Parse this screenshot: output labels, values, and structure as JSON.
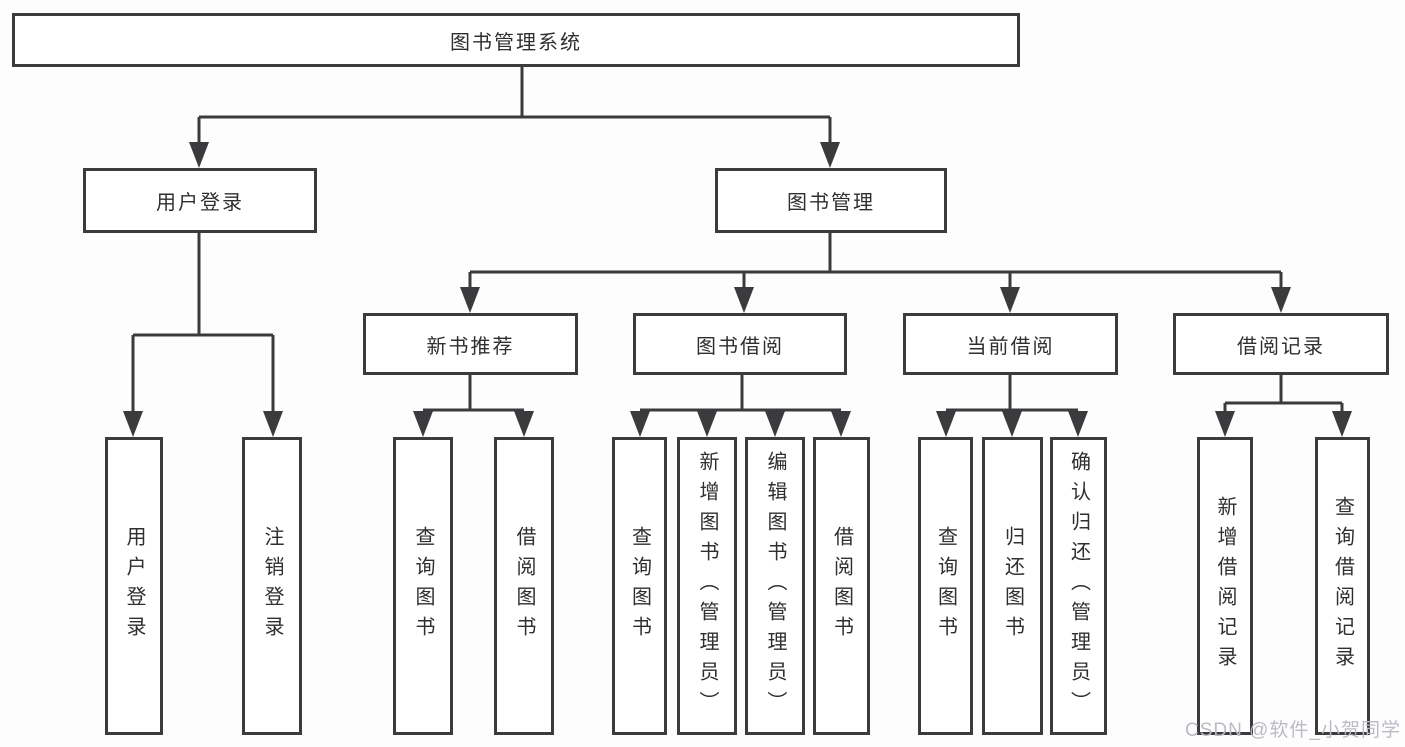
{
  "nodes": {
    "root": {
      "label": "图书管理系统"
    },
    "user_login": {
      "label": "用户登录"
    },
    "book_mgmt": {
      "label": "图书管理"
    },
    "new_book_rec": {
      "label": "新书推荐"
    },
    "book_borrow": {
      "label": "图书借阅"
    },
    "current_borrow": {
      "label": "当前借阅"
    },
    "borrow_records": {
      "label": "借阅记录"
    },
    "leaf_login": {
      "label": "用户登录"
    },
    "leaf_logout": {
      "label": "注销登录"
    },
    "leaf_nr_query": {
      "label": "查询图书"
    },
    "leaf_nr_borrow": {
      "label": "借阅图书"
    },
    "leaf_bb_query": {
      "label": "查询图书"
    },
    "leaf_bb_add": {
      "label": "新增图书（管理员）"
    },
    "leaf_bb_edit": {
      "label": "编辑图书（管理员）"
    },
    "leaf_bb_borrow": {
      "label": "借阅图书"
    },
    "leaf_cb_query": {
      "label": "查询图书"
    },
    "leaf_cb_return": {
      "label": "归还图书"
    },
    "leaf_cb_confirm": {
      "label": "确认归还（管理员）"
    },
    "leaf_br_add": {
      "label": "新增借阅记录"
    },
    "leaf_br_query": {
      "label": "查询借阅记录"
    }
  },
  "watermark": {
    "text": "CSDN @软件_小贺同学"
  },
  "colors": {
    "line": "#3b3b3d",
    "text": "#2f2f31",
    "watermark": "#b9bcc4",
    "background": "#fdfdfe"
  }
}
